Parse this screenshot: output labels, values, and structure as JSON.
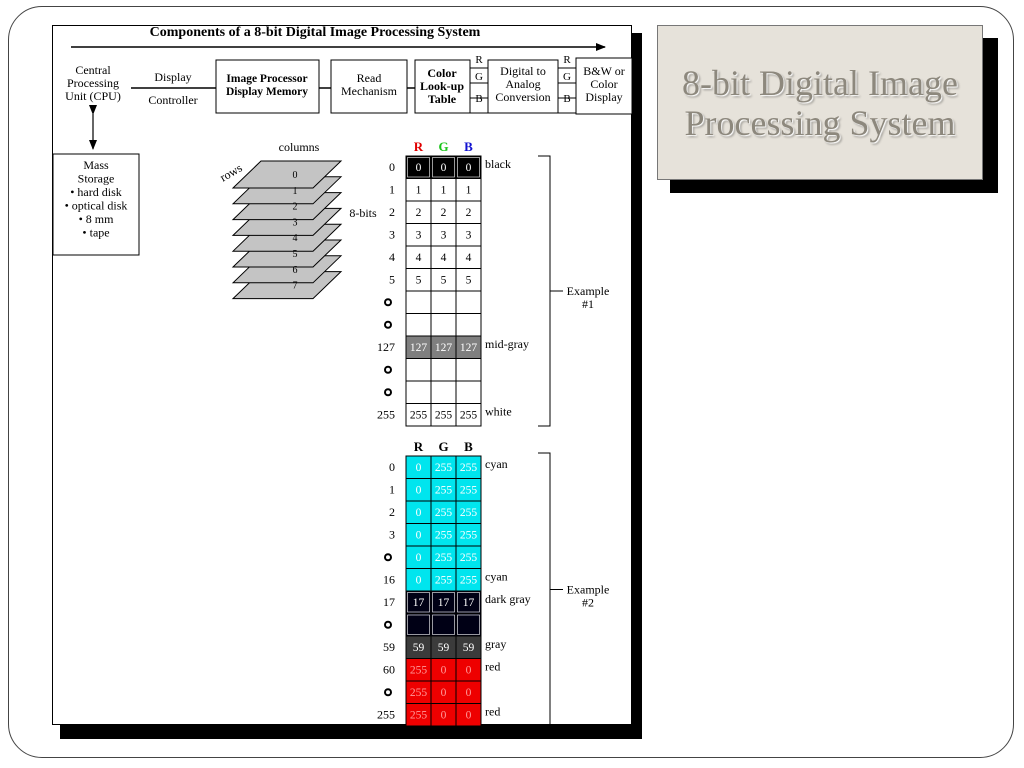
{
  "slide": {
    "title": "8-bit Digital Image Processing System"
  },
  "diagram": {
    "heading": "Components of a 8-bit Digital Image Processing System",
    "blocks": {
      "cpu": [
        "Central",
        "Processing",
        "Unit (CPU)"
      ],
      "display_controller": [
        "Display",
        "Controller"
      ],
      "image_processor": [
        "Image Processor",
        "Display Memory"
      ],
      "read_mechanism": [
        "Read",
        "Mechanism"
      ],
      "lookup_table": [
        "Color",
        "Look-up",
        "Table"
      ],
      "dac": [
        "Digital to",
        "Analog",
        "Conversion"
      ],
      "display": [
        "B&W or",
        "Color",
        "Display"
      ],
      "storage": [
        "Mass",
        "Storage",
        "• hard disk",
        "• optical disk",
        "• 8 mm",
        "• tape"
      ]
    },
    "rgb_lines": [
      "R",
      "G",
      "B"
    ],
    "bit_planes": {
      "columns_label": "columns",
      "rows_label": "rows",
      "bits_label": "8-bits",
      "planes": [
        "0",
        "1",
        "2",
        "3",
        "4",
        "5",
        "6",
        "7"
      ]
    },
    "example1": {
      "label": [
        "Example",
        "#1"
      ],
      "headers": [
        {
          "text": "R",
          "color": "#e00000"
        },
        {
          "text": "G",
          "color": "#18c418"
        },
        {
          "text": "B",
          "color": "#1010d0"
        }
      ],
      "rows": [
        {
          "index": "0",
          "r": "0",
          "g": "0",
          "b": "0",
          "fill": "#000000",
          "ink": "#ffffff",
          "name": "black"
        },
        {
          "index": "1",
          "r": "1",
          "g": "1",
          "b": "1",
          "fill": "#ffffff",
          "ink": "#000000",
          "name": ""
        },
        {
          "index": "2",
          "r": "2",
          "g": "2",
          "b": "2",
          "fill": "#ffffff",
          "ink": "#000000",
          "name": ""
        },
        {
          "index": "3",
          "r": "3",
          "g": "3",
          "b": "3",
          "fill": "#ffffff",
          "ink": "#000000",
          "name": ""
        },
        {
          "index": "4",
          "r": "4",
          "g": "4",
          "b": "4",
          "fill": "#ffffff",
          "ink": "#000000",
          "name": ""
        },
        {
          "index": "5",
          "r": "5",
          "g": "5",
          "b": "5",
          "fill": "#ffffff",
          "ink": "#000000",
          "name": ""
        },
        {
          "index": "o",
          "r": "",
          "g": "",
          "b": "",
          "fill": "#ffffff",
          "ink": "#000000",
          "name": ""
        },
        {
          "index": "o",
          "r": "",
          "g": "",
          "b": "",
          "fill": "#ffffff",
          "ink": "#000000",
          "name": ""
        },
        {
          "index": "127",
          "r": "127",
          "g": "127",
          "b": "127",
          "fill": "#7f7f7f",
          "ink": "#ffffff",
          "name": "mid-gray"
        },
        {
          "index": "o",
          "r": "",
          "g": "",
          "b": "",
          "fill": "#ffffff",
          "ink": "#000000",
          "name": ""
        },
        {
          "index": "o",
          "r": "",
          "g": "",
          "b": "",
          "fill": "#ffffff",
          "ink": "#000000",
          "name": ""
        },
        {
          "index": "255",
          "r": "255",
          "g": "255",
          "b": "255",
          "fill": "#ffffff",
          "ink": "#000000",
          "name": "white"
        }
      ]
    },
    "example2": {
      "label": [
        "Example",
        "#2"
      ],
      "headers": [
        {
          "text": "R",
          "color": "#000000"
        },
        {
          "text": "G",
          "color": "#000000"
        },
        {
          "text": "B",
          "color": "#000000"
        }
      ],
      "rows": [
        {
          "index": "0",
          "r": "0",
          "g": "255",
          "b": "255",
          "fill": "#00e5ee",
          "ink": "#ffffff",
          "name": "cyan"
        },
        {
          "index": "1",
          "r": "0",
          "g": "255",
          "b": "255",
          "fill": "#00e5ee",
          "ink": "#ffffff",
          "name": ""
        },
        {
          "index": "2",
          "r": "0",
          "g": "255",
          "b": "255",
          "fill": "#00e5ee",
          "ink": "#ffffff",
          "name": ""
        },
        {
          "index": "3",
          "r": "0",
          "g": "255",
          "b": "255",
          "fill": "#00e5ee",
          "ink": "#ffffff",
          "name": ""
        },
        {
          "index": "o",
          "r": "0",
          "g": "255",
          "b": "255",
          "fill": "#00e5ee",
          "ink": "#ffffff",
          "name": ""
        },
        {
          "index": "16",
          "r": "0",
          "g": "255",
          "b": "255",
          "fill": "#00e5ee",
          "ink": "#ffffff",
          "name": "cyan"
        },
        {
          "index": "17",
          "r": "17",
          "g": "17",
          "b": "17",
          "fill": "#000015",
          "ink": "#ffffff",
          "name": "dark gray"
        },
        {
          "index": "o",
          "r": "",
          "g": "",
          "b": "",
          "fill": "#000015",
          "ink": "#ffffff",
          "name": ""
        },
        {
          "index": "59",
          "r": "59",
          "g": "59",
          "b": "59",
          "fill": "#3b3b3b",
          "ink": "#ffffff",
          "name": "gray"
        },
        {
          "index": "60",
          "r": "255",
          "g": "0",
          "b": "0",
          "fill": "#ee0000",
          "ink": "#ff9a9a",
          "name": "red"
        },
        {
          "index": "o",
          "r": "255",
          "g": "0",
          "b": "0",
          "fill": "#ee0000",
          "ink": "#ff9a9a",
          "name": ""
        },
        {
          "index": "255",
          "r": "255",
          "g": "0",
          "b": "0",
          "fill": "#ee0000",
          "ink": "#ff9a9a",
          "name": "red"
        }
      ]
    }
  }
}
